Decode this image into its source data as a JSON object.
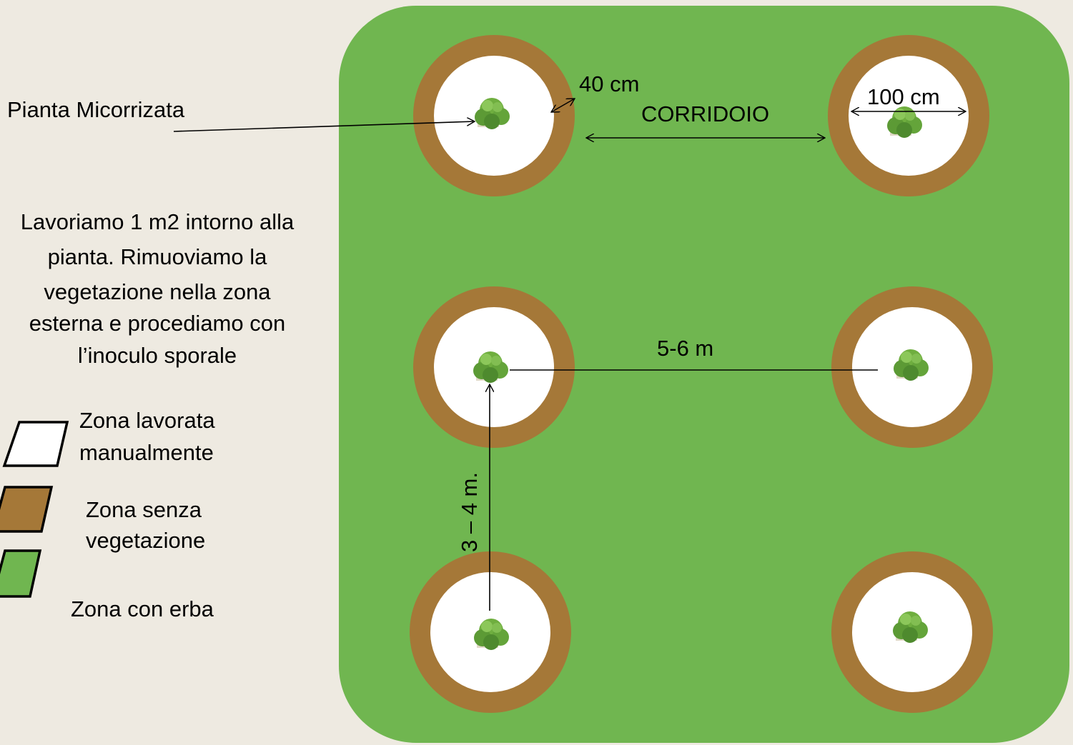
{
  "colors": {
    "background": "#EEEAE1",
    "grass": "#70B650",
    "bare_soil": "#A57838",
    "worked": "#FFFFFF",
    "plant": "#5E9E3C"
  },
  "labels": {
    "plant": "Pianta Micorrizata",
    "ring_width": "40 cm",
    "corridor": "CORRIDOIO",
    "inner_diameter": "100 cm",
    "row_spacing": "5-6  m",
    "column_spacing": "3 – 4 m."
  },
  "description": [
    "Lavoriamo 1 m2 intorno alla",
    "pianta. Rimuoviamo la",
    "vegetazione nella zona",
    "esterna e procediamo con",
    "l’inoculo sporale"
  ],
  "legend": [
    {
      "label_lines": [
        "Zona lavorata",
        "manualmente"
      ],
      "color": "#FFFFFF"
    },
    {
      "label_lines": [
        "Zona senza",
        "vegetazione"
      ],
      "color": "#A57838"
    },
    {
      "label_lines": [
        "Zona con erba"
      ],
      "color": "#70B650"
    }
  ],
  "icons": [
    "tree-icon"
  ]
}
